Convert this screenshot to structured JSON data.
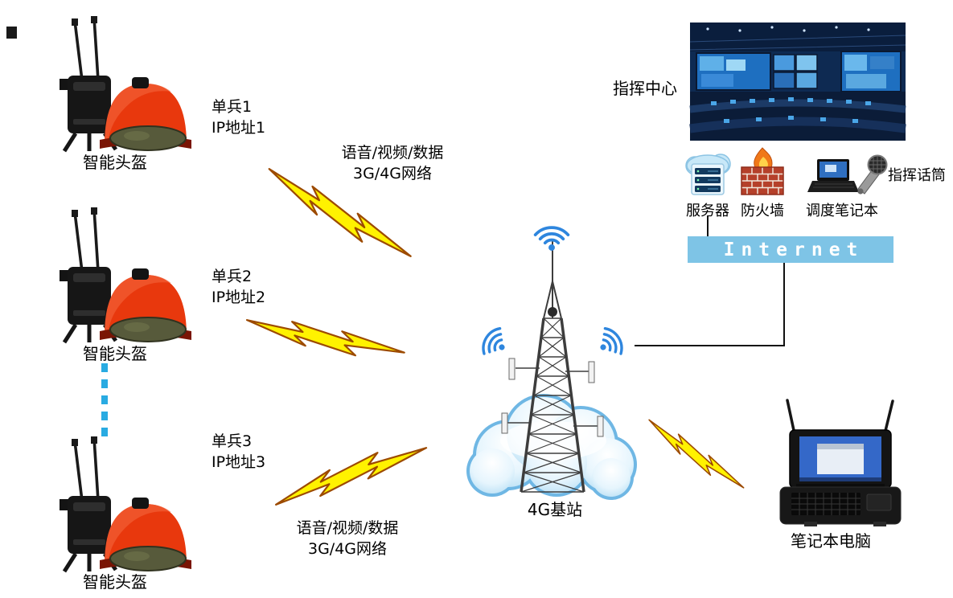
{
  "units": [
    {
      "name": "智能头盔",
      "soldier": "单兵1",
      "ip": "IP地址1"
    },
    {
      "name": "智能头盔",
      "soldier": "单兵2",
      "ip": "IP地址2"
    },
    {
      "name": "智能头盔",
      "soldier": "单兵3",
      "ip": "IP地址3"
    }
  ],
  "links": {
    "top": {
      "line1": "语音/视频/数据",
      "line2": "3G/4G网络"
    },
    "bottom": {
      "line1": "语音/视频/数据",
      "line2": "3G/4G网络"
    }
  },
  "base_station": {
    "label": "4G基站"
  },
  "command_center": {
    "label": "指挥中心"
  },
  "devices": {
    "server": "服务器",
    "firewall": "防火墙",
    "dispatch_laptop": "调度笔记本",
    "command_mic": "指挥话筒",
    "internet": "Internet",
    "field_laptop": "笔记本电脑"
  },
  "colors": {
    "bolt_fill": "#FFF200",
    "bolt_stroke": "#9C4A00",
    "internet_bar": "#7EC4E6",
    "dotted_line": "#29ABE2",
    "wifi_blue": "#2E86DE",
    "helmet_red": "#E8380D",
    "cloud_blue": "#A8D8F2"
  }
}
